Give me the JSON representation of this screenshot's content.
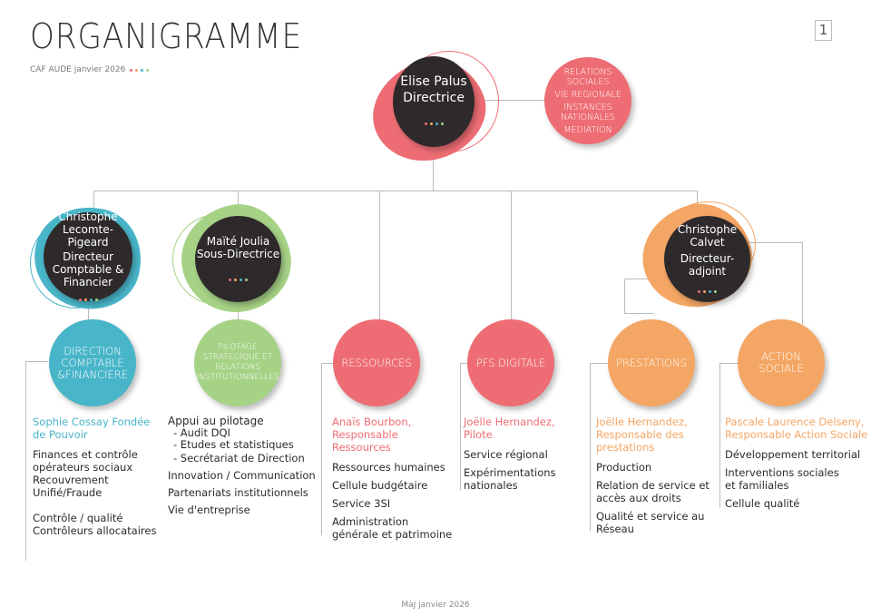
{
  "header": {
    "title": "ORGANIGRAMME",
    "subtitle": "CAF AUDE janvier 2026",
    "page_number": "1"
  },
  "colors": {
    "dark": "#2e2a2b",
    "red": "#ee6d74",
    "teal": "#49b5c9",
    "green": "#a6d286",
    "orange": "#f4a664"
  },
  "director": {
    "name": "Elise Palus",
    "role": "Directrice"
  },
  "relations": [
    "RELATIONS SOCIALES",
    "VIE REGIONALE",
    "INSTANCES NATIONALES",
    "MEDIATION"
  ],
  "managers": {
    "dcf": {
      "name": "Christophe Lecomte-Pigeard",
      "role": "Directeur Comptable & Financier"
    },
    "sd": {
      "name": "Maïté Joulia",
      "role": "Sous-Directrice"
    },
    "da": {
      "name": "Christophe Calvet",
      "role": "Directeur-adjoint"
    }
  },
  "units": [
    {
      "label": "DIRECTION COMPTABLE &FINANCIERE",
      "lead": "Sophie Cossay Fondée de Pouvoir",
      "items": [
        "Finances et contrôle opérateurs sociaux",
        "Recouvrement Unifié/Fraude",
        "Contrôle / qualité",
        "Contrôleurs allocataires"
      ]
    },
    {
      "label": "PILOTAGE STRATEGIQUE ET RELATIONS INSTITUTIONNELLES",
      "lead": "Appui au pilotage",
      "items": [
        "-  Audit DQI",
        "-  Etudes et statistiques",
        "-  Secrétariat de Direction",
        "Innovation / Communication",
        "Partenariats institutionnels",
        "Vie d'entreprise"
      ]
    },
    {
      "label": "RESSOURCES",
      "lead": "Anaïs Bourbon, Responsable Ressources",
      "items": [
        "Ressources humaines",
        "Cellule budgétaire",
        "Service 3SI",
        "Administration générale et patrimoine"
      ]
    },
    {
      "label": "PFS DIGITALE",
      "lead": "Joëlle Hernandez, Pilote",
      "items": [
        "Service régional",
        "Expérimentations nationales"
      ]
    },
    {
      "label": "PRESTATIONS",
      "lead": "Joëlle Hernandez, Responsable des prestations",
      "items": [
        "Production",
        "Relation de service et accès aux droits",
        "Qualité et service au Réseau"
      ]
    },
    {
      "label": "ACTION SOCIALE",
      "lead": "Pascale Laurence Delseny, Responsable Action Sociale",
      "items": [
        "Développement territorial",
        "Interventions sociales et familiales",
        "Cellule qualité"
      ]
    }
  ],
  "footer": "MàJ janvier 2026"
}
